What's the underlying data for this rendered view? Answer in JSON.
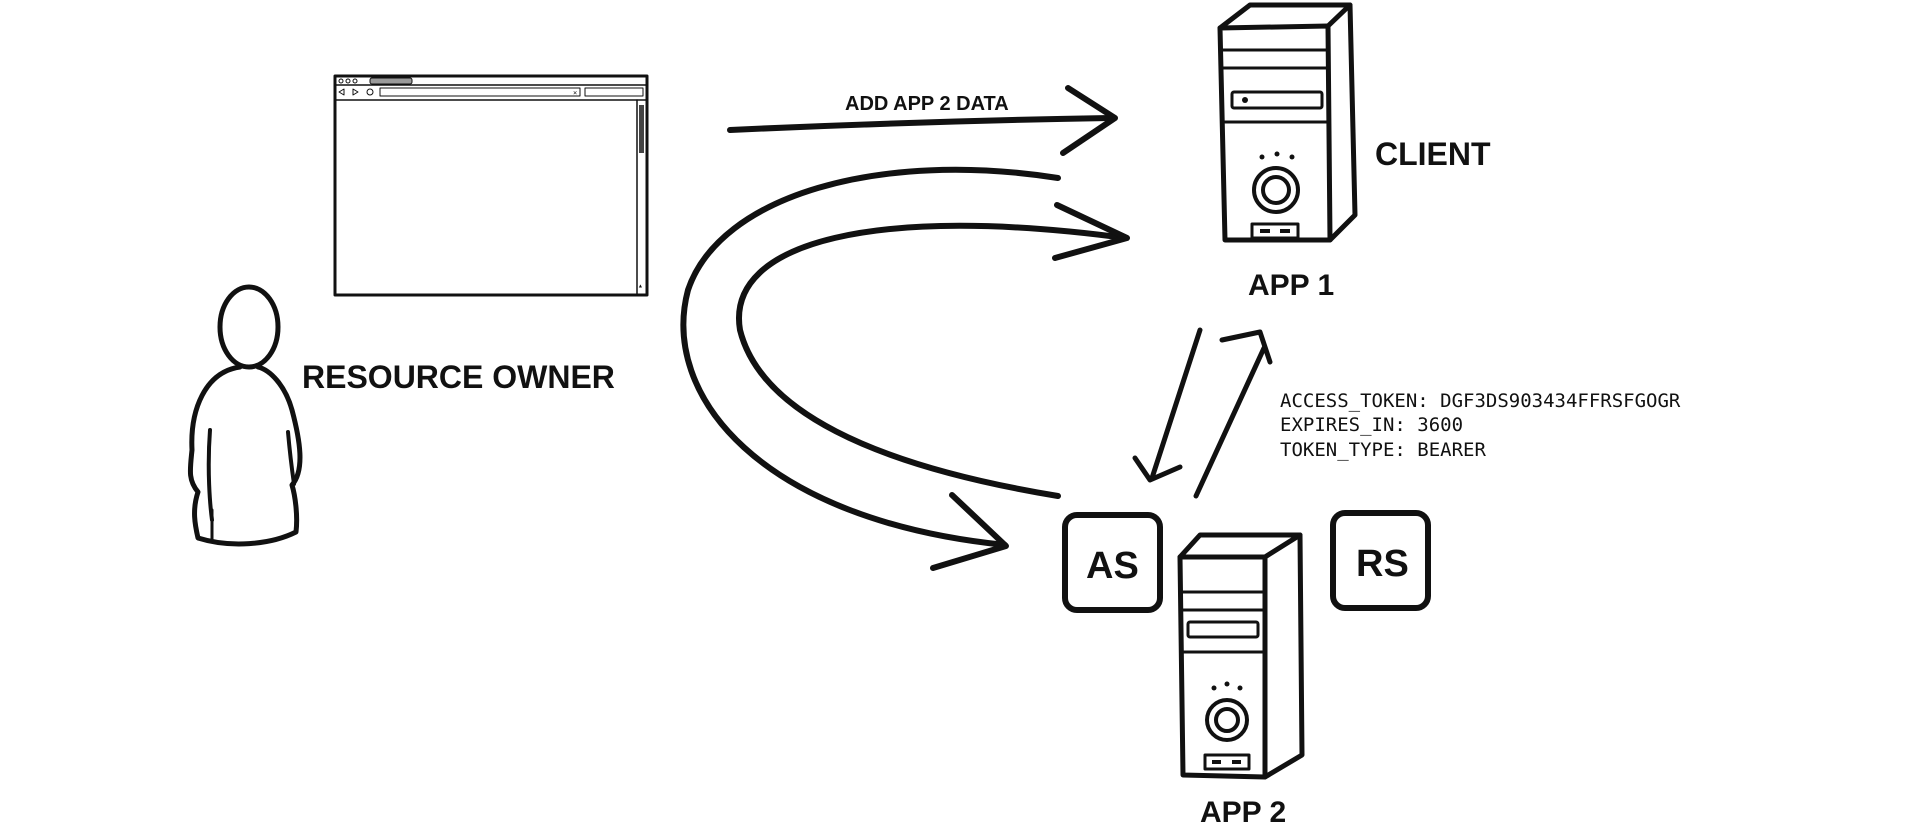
{
  "labels": {
    "resource_owner": "RESOURCE OWNER",
    "client": "CLIENT",
    "app1": "APP 1",
    "app2": "APP 2",
    "as_box": "AS",
    "rs_box": "RS",
    "add_app2_data": "ADD APP 2 DATA"
  },
  "token_response": {
    "line1": "ACCESS_TOKEN:  DGF3DS903434FFRSFGOGR",
    "line2": "EXPIRES_IN:  3600",
    "line3": "TOKEN_TYPE:  BEARER"
  }
}
